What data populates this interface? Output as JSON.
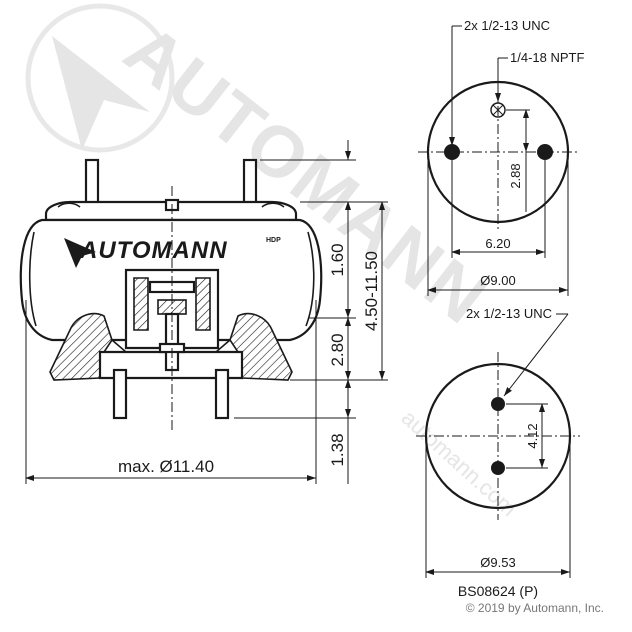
{
  "watermark": {
    "brand": "AUTOMANN",
    "url": "automann.com"
  },
  "logo": {
    "text": "AUTOMANN",
    "badge": "HDP"
  },
  "side_view": {
    "dimensions": {
      "top_height": "1.60",
      "mid_height": "2.80",
      "bottom_height": "1.38",
      "overall_height": "4.50-11.50",
      "max_diameter": "max. Ø11.40"
    }
  },
  "top_view": {
    "callout_studs": "2x 1/2-13 UNC",
    "callout_port": "1/4-18 NPTF",
    "stud_offset": "2.88",
    "stud_spacing": "6.20",
    "diameter": "Ø9.00"
  },
  "bottom_view": {
    "callout_studs": "2x 1/2-13 UNC",
    "stud_spacing": "4.12",
    "diameter": "Ø9.53"
  },
  "part_number": "BS08624 (P)",
  "copyright": "© 2019 by Automann, Inc."
}
